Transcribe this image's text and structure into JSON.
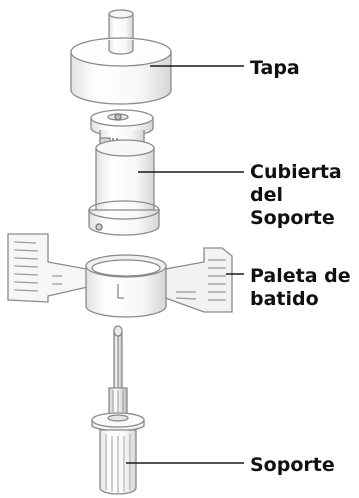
{
  "labels": {
    "tapa": "Tapa",
    "cubierta": "Cubierta\ndel\nSoporte",
    "paleta": "Paleta de\nbatido",
    "soporte": "Soporte"
  },
  "colors": {
    "outline": "#8a8a8a",
    "fill": "#fbfbfb",
    "shade": "#e4e4e4",
    "leader": "#1a1a1a"
  }
}
